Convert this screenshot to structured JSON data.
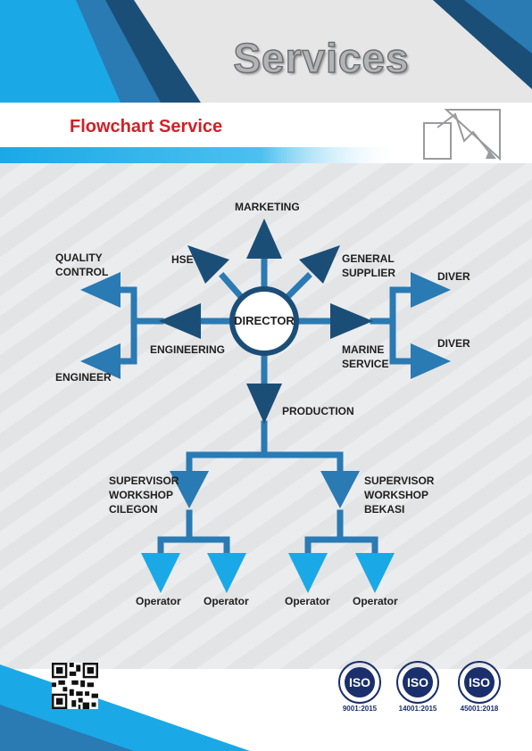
{
  "header": {
    "title": "Services",
    "subtitle": "Flowchart Service"
  },
  "colors": {
    "dark_blue": "#1b4e77",
    "mid_blue": "#2a7ab3",
    "light_blue": "#1aa9e6",
    "red": "#d21f26",
    "grey": "#e6e6e6"
  },
  "icons": {
    "logo": "zigzag-arrow-logo-icon",
    "qr": "qr-code-icon",
    "iso": "iso-certification-icon"
  },
  "chart": {
    "center": "DIRECTOR",
    "marketing": "MARKETING",
    "hse": "HSE",
    "general_supplier": "GENERAL\nSUPPLIER",
    "quality_control": "QUALITY\nCONTROL",
    "engineering": "ENGINEERING",
    "engineer": "ENGINEER",
    "marine_service": "MARINE\nSERVICE",
    "diver_1": "DIVER",
    "diver_2": "DIVER",
    "production": "PRODUCTION",
    "supervisor_cilegon": "SUPERVISOR\nWORKSHOP\nCILEGON",
    "supervisor_bekasi": "SUPERVISOR\nWORKSHOP\nBEKASI",
    "operators": [
      "Operator",
      "Operator",
      "Operator",
      "Operator"
    ]
  },
  "footer": {
    "iso_badges": [
      {
        "logo": "ISO",
        "code": "9001:2015"
      },
      {
        "logo": "ISO",
        "code": "14001:2015"
      },
      {
        "logo": "ISO",
        "code": "45001:2018"
      }
    ]
  }
}
